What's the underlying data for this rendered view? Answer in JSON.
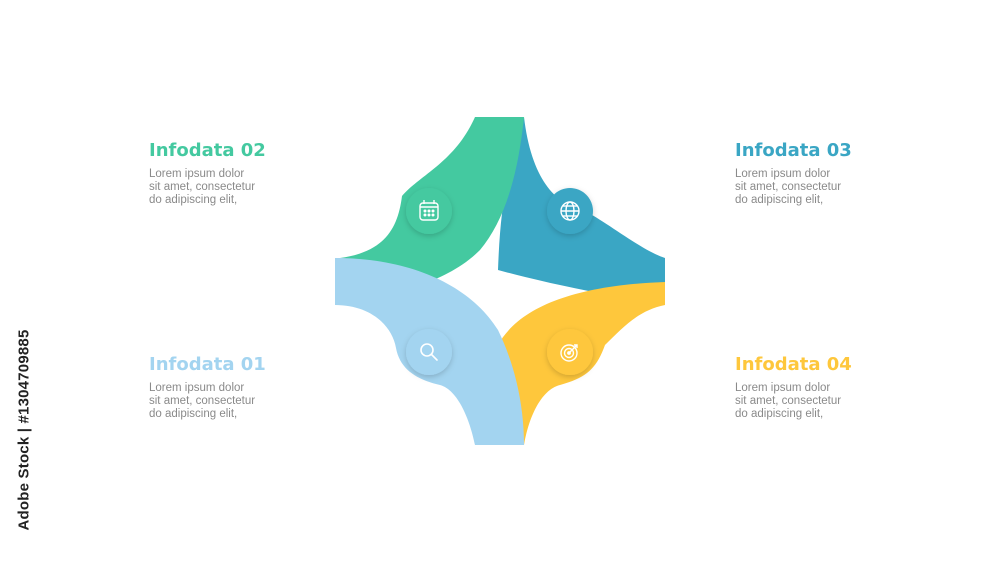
{
  "colors": {
    "green": "#44c9a0",
    "teal": "#3aa6c4",
    "light_blue": "#a3d4f0",
    "yellow": "#fec73c",
    "body_text": "#8a8a8a"
  },
  "blocks": {
    "b01": {
      "title": "Infodata 01",
      "lines": [
        "Lorem ipsum dolor",
        "sit amet, consectetur",
        "do adipiscing elit,"
      ],
      "color": "#a3d4f0"
    },
    "b02": {
      "title": "Infodata 02",
      "lines": [
        "Lorem ipsum dolor",
        "sit amet, consectetur",
        "do adipiscing elit,"
      ],
      "color": "#44c9a0"
    },
    "b03": {
      "title": "Infodata 03",
      "lines": [
        "Lorem ipsum dolor",
        "sit amet, consectetur",
        "do adipiscing elit,"
      ],
      "color": "#3aa6c4"
    },
    "b04": {
      "title": "Infodata 04",
      "lines": [
        "Lorem ipsum dolor",
        "sit amet, consectetur",
        "do adipiscing elit,"
      ],
      "color": "#fec73c"
    }
  },
  "icons": {
    "green": "calendar-icon",
    "teal": "globe-icon",
    "light_blue": "magnifier-icon",
    "yellow": "target-icon"
  },
  "side_credit": "Adobe Stock | #1304709885"
}
